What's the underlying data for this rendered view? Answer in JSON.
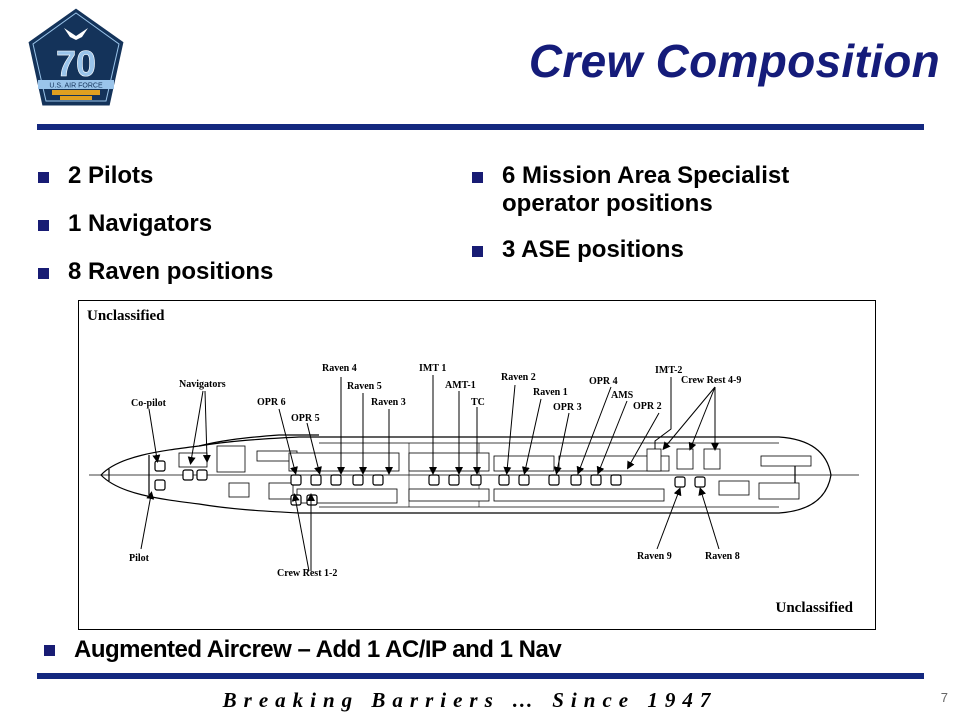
{
  "logo": {
    "number": "70",
    "banner": "U.S. AIR FORCE",
    "colors": {
      "shield": "#14335a",
      "numeral": "#9ac4ea",
      "ribbon": "#e0a020"
    }
  },
  "header": {
    "title": "Crew Composition"
  },
  "bullets_left": [
    {
      "text": "2 Pilots"
    },
    {
      "text": "1 Navigators"
    },
    {
      "text": "8 Raven positions"
    }
  ],
  "bullets_right": [
    {
      "text": "6 Mission Area Specialist operator positions"
    },
    {
      "text": "3 ASE positions"
    }
  ],
  "diagram": {
    "classification_top": "Unclassified",
    "classification_bottom": "Unclassified",
    "labels": {
      "copilot": "Co-pilot",
      "navigators": "Navigators",
      "pilot": "Pilot",
      "opr6": "OPR 6",
      "opr5": "OPR 5",
      "raven4": "Raven 4",
      "raven5": "Raven 5",
      "raven3": "Raven 3",
      "imt1": "IMT 1",
      "amt1": "AMT-1",
      "tc": "TC",
      "raven2": "Raven 2",
      "raven1": "Raven 1",
      "opr3": "OPR 3",
      "opr4": "OPR 4",
      "ams": "AMS",
      "opr2": "OPR 2",
      "imt2": "IMT-2",
      "crewrest49": "Crew Rest 4-9",
      "crewrest12": "Crew Rest 1-2",
      "raven9": "Raven 9",
      "raven8": "Raven 8"
    }
  },
  "augmented": {
    "text": "Augmented Aircrew – Add 1 AC/IP and 1 Nav"
  },
  "footer": {
    "tagline": "Breaking Barriers … Since 1947",
    "page_number": "7"
  },
  "colors": {
    "title": "#151c7a",
    "rule": "#14287f",
    "bullet": "#181c74"
  }
}
